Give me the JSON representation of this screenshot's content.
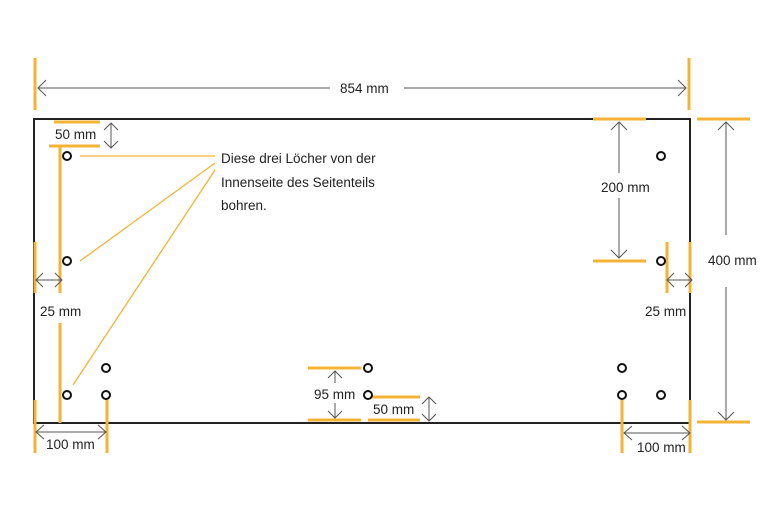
{
  "dimensions": {
    "width": "854 mm",
    "height": "400 mm",
    "top_hole_offset": "50 mm",
    "left_edge_offset": "25 mm",
    "right_edge_offset": "25 mm",
    "bottom_left_offset": "100 mm",
    "bottom_right_offset": "100 mm",
    "right_vertical_spacing": "200 mm",
    "middle_vertical_spacing": "95 mm",
    "middle_bottom_offset": "50 mm"
  },
  "note": {
    "line1": "Diese drei Löcher von der",
    "line2": "Innenseite des Seitenteils",
    "line3": "bohren."
  },
  "colors": {
    "accent": "#f5b335",
    "outline": "#111111"
  }
}
